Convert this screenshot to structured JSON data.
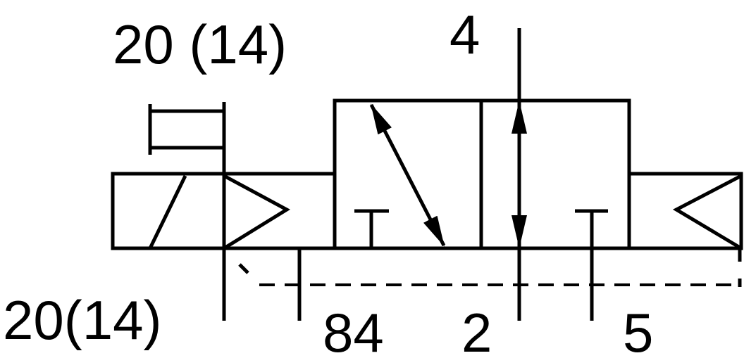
{
  "labels": {
    "pilot_top": "20 (14)",
    "port_4": "4",
    "pilot_bottom": "20(14)",
    "port_84": "84",
    "port_2": "2",
    "port_5": "5"
  },
  "colors": {
    "line": "#000000",
    "background": "#ffffff"
  }
}
